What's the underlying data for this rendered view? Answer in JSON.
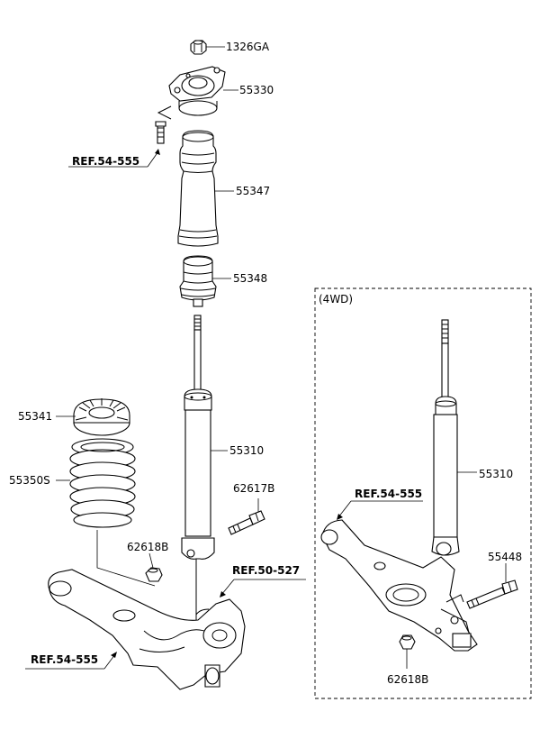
{
  "parts": {
    "nut_top": "1326GA",
    "mount": "55330",
    "dust_cover": "55347",
    "bump_stopper": "55348",
    "spring_pad": "55341",
    "coil_spring": "55350S",
    "shock_absorber": "55310",
    "bolt": "62617B",
    "nut_lower": "62618B"
  },
  "refs": {
    "body_mount": "REF.54-555",
    "carrier": "REF.50-527",
    "lower_arm": "REF.54-555"
  },
  "inset": {
    "title": "(4WD)",
    "shock_absorber": "55310",
    "bolt": "55448",
    "nut": "62618B",
    "ref": "REF.54-555"
  }
}
